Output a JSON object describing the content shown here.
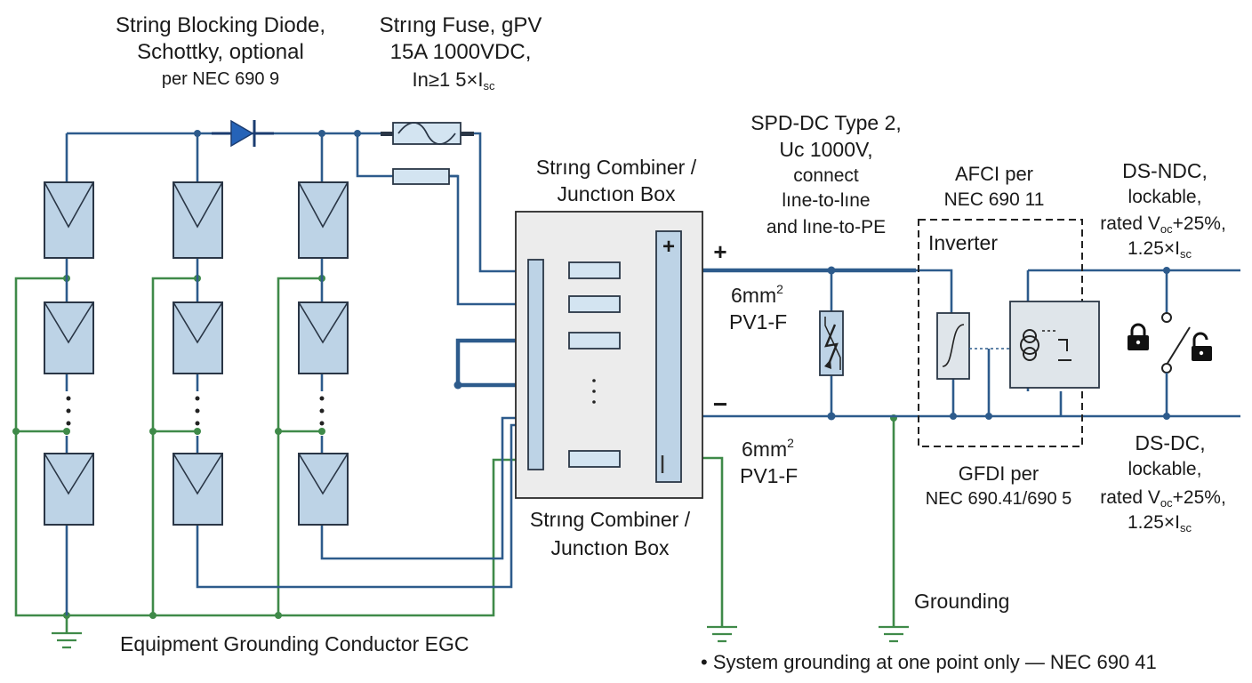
{
  "labels": {
    "diode_line1": "String Blocking Diode,",
    "diode_line2": "Schottky, optional",
    "diode_line3": "per NEC 690 9",
    "fuse_line1": "Strıng Fuse, gPV",
    "fuse_line2": "15A 1000VDC,",
    "fuse_line3_main": "In≥1 5×I",
    "fuse_line3_sub": "sc",
    "combiner_top_1": "Strıng Combiner /",
    "combiner_top_2": "Junctıon Box",
    "combiner_bot_1": "Strıng Combiner /",
    "combiner_bot_2": "Junctıon Box",
    "plus": "+",
    "minus": "−",
    "bus_plus": "+",
    "bus_minus": "I",
    "cable_top_main": "6mm",
    "cable_top_sup": "2",
    "cable_top_type": "PV1-F",
    "cable_bot_main": "6mm",
    "cable_bot_sup": "2",
    "cable_bot_type": "PV1-F",
    "spd_line1": "SPD-DC Type 2,",
    "spd_line2": "Uc 1000V,",
    "spd_line3": "connect",
    "spd_line4": "lıne-to-lıne",
    "spd_line5": "and lıne-to-PE",
    "afci_line1": "AFCI per",
    "afci_line2": "NEC 690 11",
    "inverter": "Inverter",
    "gfdi_line1": "GFDI per",
    "gfdi_line2": "NEC 690.41/690 5",
    "dsndc_line1": "DS-NDC,",
    "dsndc_line2": "lockable,",
    "dsndc_line3_a": "rated V",
    "dsndc_line3_sub": "oc",
    "dsndc_line3_b": "+25%,",
    "dsndc_line4_main": "1.25×I",
    "dsndc_line4_sub": "sc",
    "dsdc_line1": "DS-DC,",
    "dsdc_line2": "lockable,",
    "dsdc_line3_a": "rated V",
    "dsdc_line3_sub": "oc",
    "dsdc_line3_b": "+25%,",
    "dsdc_line4_main": "1.25×I",
    "dsdc_line4_sub": "sc",
    "grounding": "Grounding",
    "egc": "Equipment Grounding Conductor EGC",
    "note": "• System grounding at one point only — NEC 690 41"
  },
  "colors": {
    "dc_wire": "#2d5b8c",
    "ground_wire": "#3f8a49",
    "panel_fill": "#bdd3e6",
    "diode_fill": "#2563b8"
  },
  "icons": {
    "diode": "diode-icon",
    "fuse": "fuse-icon",
    "spd": "surge-arrester-icon",
    "lock": "padlock-icon",
    "switch": "disconnect-switch-icon",
    "ground": "ground-symbol-icon"
  }
}
